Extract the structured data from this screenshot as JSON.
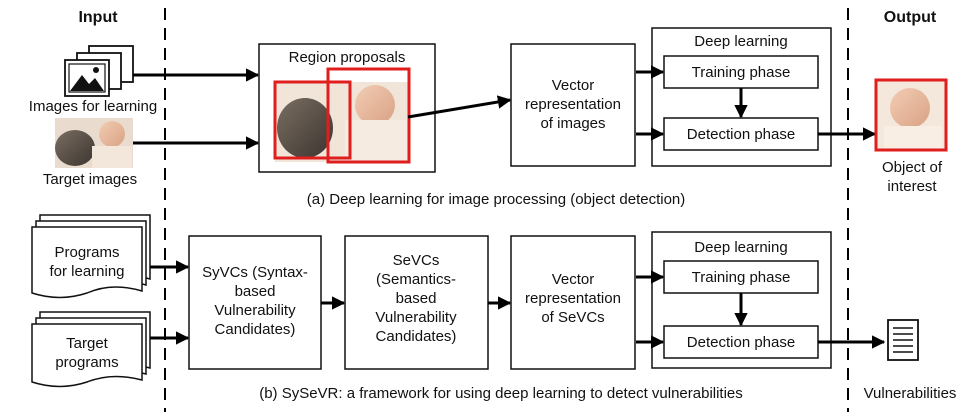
{
  "headers": {
    "input": "Input",
    "output": "Output"
  },
  "top": {
    "inputs": {
      "learning": "Images for learning",
      "target": "Target images"
    },
    "region_proposals": "Region proposals",
    "vector_rep": [
      "Vector",
      "representation",
      "of images"
    ],
    "deep_learning": {
      "title": "Deep learning",
      "training": "Training phase",
      "detection": "Detection phase"
    },
    "output": [
      "Object of",
      "interest"
    ],
    "caption": "(a) Deep learning for image processing (object detection)"
  },
  "bottom": {
    "inputs": {
      "learning": [
        "Programs",
        "for learning"
      ],
      "target": [
        "Target",
        "programs"
      ]
    },
    "syvcs": [
      "SyVCs (Syntax-",
      "based",
      "Vulnerability",
      "Candidates)"
    ],
    "sevcs": [
      "SeVCs",
      "(Semantics-",
      "based",
      "Vulnerability",
      "Candidates)"
    ],
    "vector_rep": [
      "Vector",
      "representation",
      "of SeVCs"
    ],
    "deep_learning": {
      "title": "Deep learning",
      "training": "Training phase",
      "detection": "Detection phase"
    },
    "output": "Vulnerabilities",
    "caption": "(b) SySeVR: a framework for using deep learning to detect vulnerabilities"
  },
  "colors": {
    "highlight": "#e01e1e",
    "ink": "#111111"
  }
}
